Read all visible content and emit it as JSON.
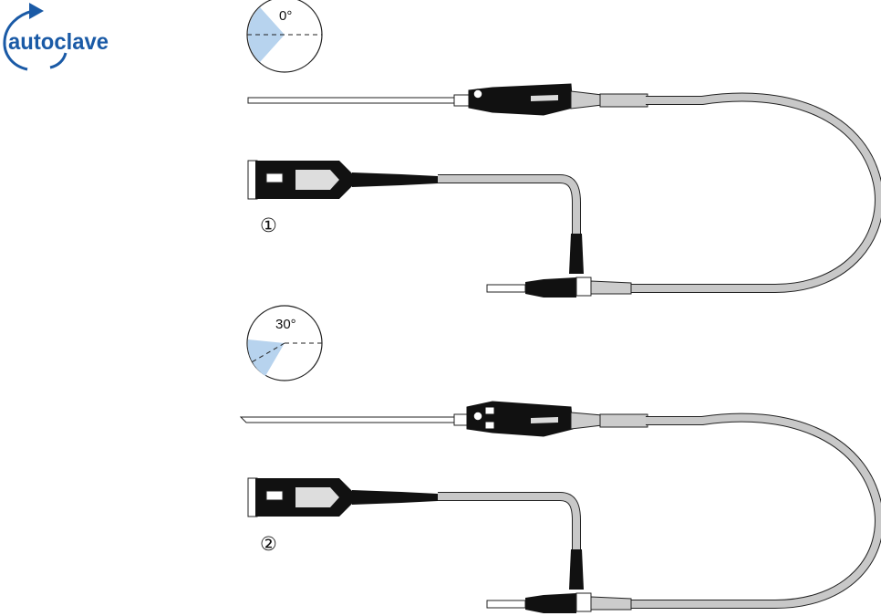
{
  "logo": {
    "text": "autoclave",
    "color": "#1a5aa6"
  },
  "diagrams": [
    {
      "angle_label": "0°",
      "view_angle": 0,
      "number": "①"
    },
    {
      "angle_label": "30°",
      "view_angle": 30,
      "number": "②"
    }
  ],
  "colors": {
    "accent": "#1a5aa6",
    "field_of_view": "#b7d3ee",
    "cable": "#c8c8c8",
    "outline": "#222222",
    "device_dark": "#111111"
  }
}
